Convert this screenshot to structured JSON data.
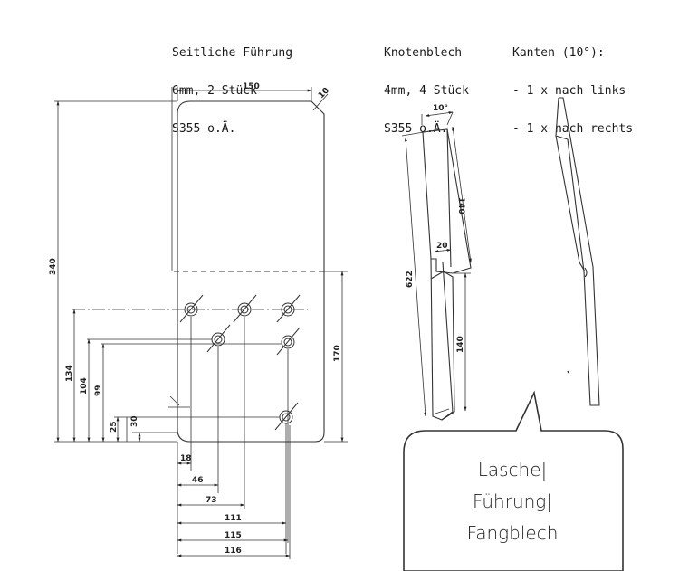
{
  "header_left": {
    "line1": "Seitliche Führung",
    "line2": "6mm, 2 Stück",
    "line3": "S355 o.Ä."
  },
  "header_mid": {
    "line1": "Knotenblech",
    "line2": "4mm, 4 Stück",
    "line3": "S355 o.Ä."
  },
  "header_right": {
    "line1": "Kanten (10°):",
    "line2": "- 1 x nach links",
    "line3": "- 1 x nach rechts"
  },
  "plate_dims": {
    "width_top": "150",
    "chamfer": "10",
    "height_total": "340",
    "height_right": "170",
    "h134": "134",
    "h104": "104",
    "h99": "99",
    "h25": "25",
    "h30": "30",
    "w18": "18",
    "w46": "46",
    "w73": "73",
    "w111": "111",
    "w115": "115",
    "w116": "116"
  },
  "gusset_dims": {
    "angle": "10°",
    "d140_top": "140",
    "d20": "20",
    "d622": "622",
    "d140_bottom": "140"
  },
  "callout": {
    "line1": "Lasche|",
    "line2": "Führung|",
    "line3": "Fangblech"
  }
}
